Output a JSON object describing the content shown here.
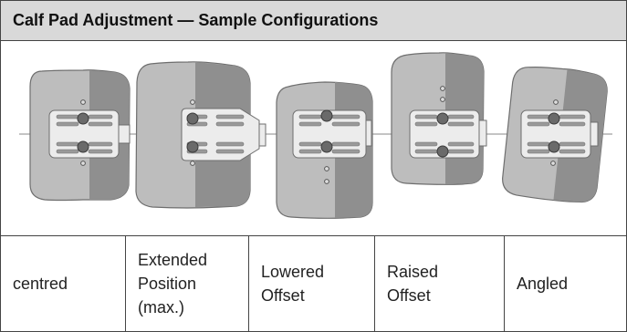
{
  "title": "Calf Pad Adjustment — Sample Configurations",
  "configurations": [
    {
      "label": "centred"
    },
    {
      "label": "Extended\nPosition\n(max.)"
    },
    {
      "label": "Lowered\nOffset"
    },
    {
      "label": "Raised\nOffset"
    },
    {
      "label": "Angled"
    }
  ],
  "colors": {
    "header_bg": "#d9d9d9",
    "pad_light": "#b8b8b8",
    "pad_dark": "#8c8c8c",
    "bracket": "#ebebeb",
    "border": "#444444"
  }
}
